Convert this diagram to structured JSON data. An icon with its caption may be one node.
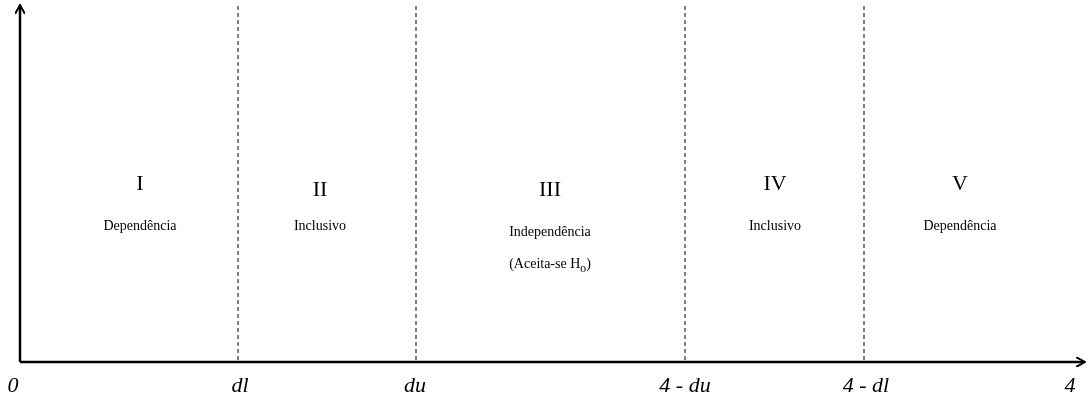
{
  "diagram": {
    "labels": [
      "I",
      "Dependência",
      "II",
      "Inclusivo",
      "III",
      "Independência",
      "(Aceita-se H$_{o}$)",
      "IV",
      "Inclusivo",
      "V",
      "Dependência",
      "0",
      "dl",
      "du",
      "4 - du",
      "4 - dl",
      "4"
    ]
  }
}
